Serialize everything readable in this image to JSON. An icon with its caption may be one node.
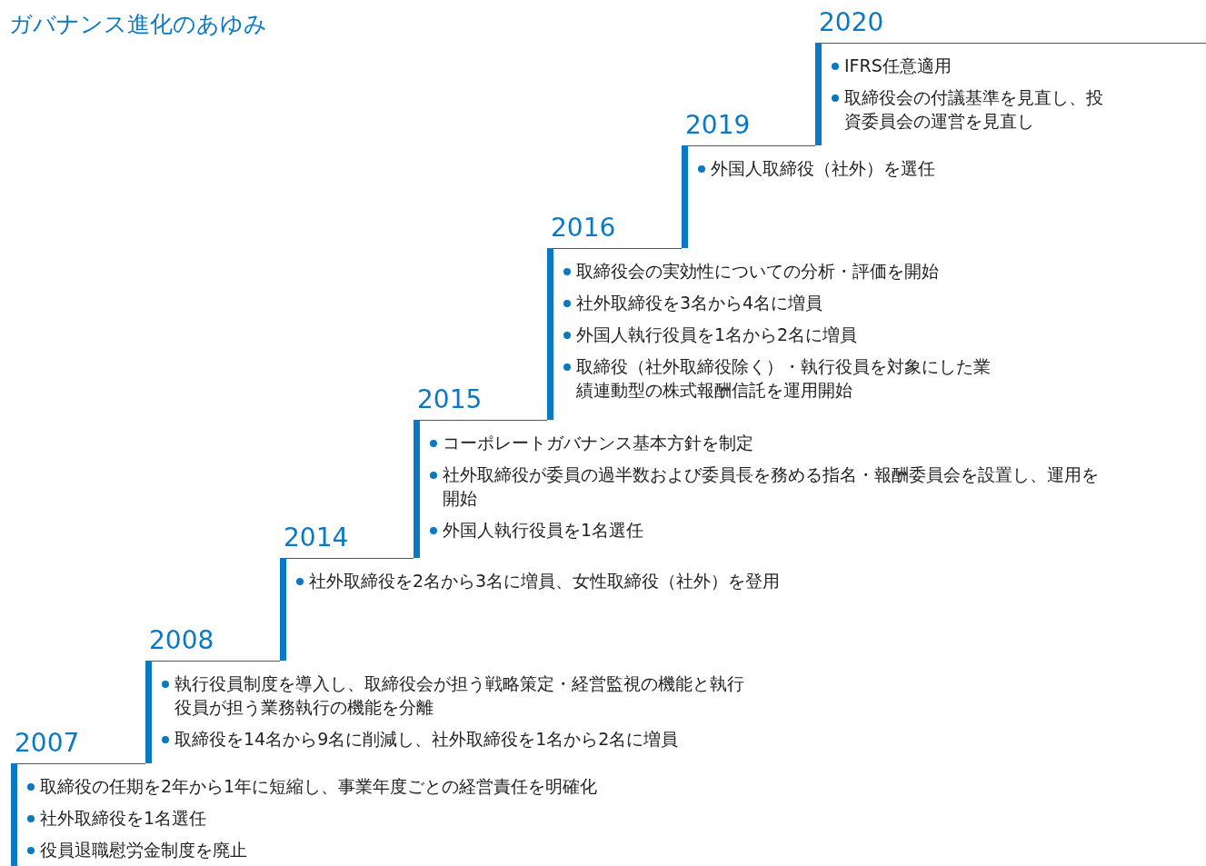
{
  "diagram": {
    "title": "ガバナンス進化のあゆみ",
    "nodes": [
      {
        "text": [
          "取締役の任期を2年から1年に短縮し、事業年度ごとの経営責任を明確化",
          "社外取締役を1名選任",
          "役員退職慰労金制度を廃止"
        ],
        "beside": [
          "2007"
        ]
      },
      {
        "text": [
          "執行役員制度を導入し、取締役会が担う戦略策定・経営監視の機能と執行役員が担う業務執行の機能を分離",
          "取締役を14名から9名に削減し、社外取締役を1名から2名に増員"
        ],
        "beside": [
          "2008"
        ]
      },
      {
        "text": [
          "社外取締役を2名から3名に増員、女性取締役（社外）を登用"
        ],
        "beside": [
          "2014"
        ]
      },
      {
        "text": [
          "コーポレートガバナンス基本方針を制定",
          "社外取締役が委員の過半数および委員長を務める指名・報酬委員会を設置し、運用を開始",
          "外国人執行役員を1名選任"
        ],
        "beside": [
          "2015"
        ]
      },
      {
        "text": [
          "取締役会の実効性についての分析・評価を開始",
          "社外取締役を3名から4名に増員",
          "外国人執行役員を1名から2名に増員",
          "取締役（社外取締役除く）・執行役員を対象にした業績連動型の株式報酬信託を運用開始"
        ],
        "beside": [
          "2016"
        ]
      },
      {
        "text": [
          "外国人取締役（社外）を選任"
        ],
        "beside": [
          "2019"
        ]
      },
      {
        "text": [
          "IFRS任意適用",
          "取締役会の付議基準を見直し、投資委員会の運営を見直し"
        ],
        "beside": [
          "2020"
        ]
      }
    ]
  }
}
